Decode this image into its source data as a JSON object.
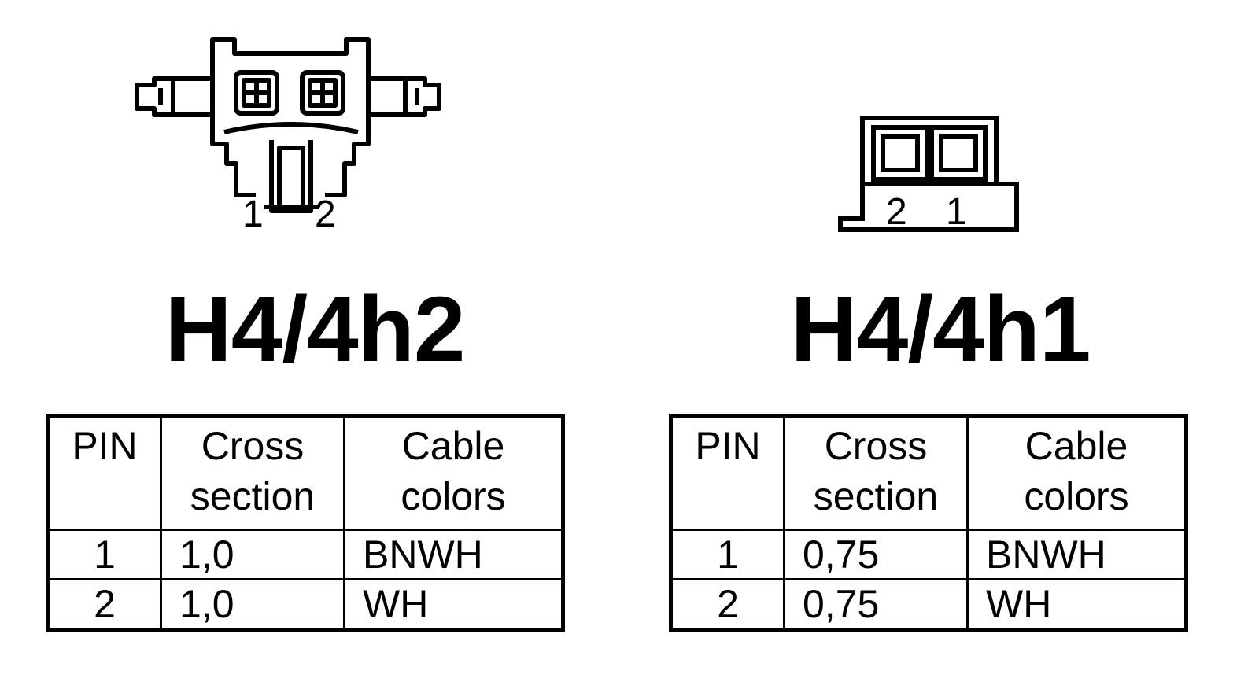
{
  "left": {
    "title": "H4/4h2",
    "pin_labels": [
      "1",
      "2"
    ],
    "table": {
      "headers": {
        "pin": "PIN",
        "cross_line1": "Cross",
        "cross_line2": "section",
        "color_line1": "Cable",
        "color_line2": "colors"
      },
      "rows": [
        {
          "pin": "1",
          "cross": "1,0",
          "color": "BNWH"
        },
        {
          "pin": "2",
          "cross": "1,0",
          "color": "WH"
        }
      ]
    }
  },
  "right": {
    "title": "H4/4h1",
    "pin_labels": [
      "2",
      "1"
    ],
    "table": {
      "headers": {
        "pin": "PIN",
        "cross_line1": "Cross",
        "cross_line2": "section",
        "color_line1": "Cable",
        "color_line2": "colors"
      },
      "rows": [
        {
          "pin": "1",
          "cross": "0,75",
          "color": "BNWH"
        },
        {
          "pin": "2",
          "cross": "0,75",
          "color": "WH"
        }
      ]
    }
  }
}
